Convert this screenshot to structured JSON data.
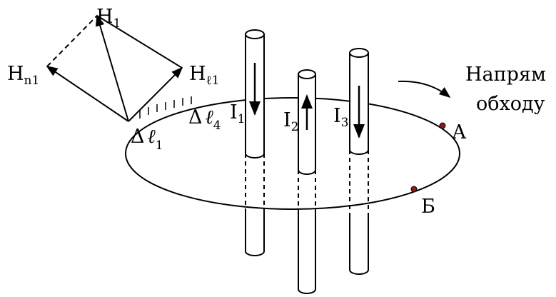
{
  "vectors": {
    "h1_main": "H",
    "h1_sub": "1",
    "hn_main": "H",
    "hn_sub": "n1",
    "hl_main": "H",
    "hl_sub": "ℓ1"
  },
  "segments": {
    "dl1_prefix": "Δ",
    "dl1_main": "ℓ",
    "dl1_sub": "1",
    "dl4_prefix": "Δ",
    "dl4_main": "ℓ",
    "dl4_sub": "4"
  },
  "currents": {
    "i1_main": "I",
    "i1_sub": "1",
    "i2_main": "I",
    "i2_sub": "2",
    "i3_main": "I",
    "i3_sub": "3"
  },
  "direction": {
    "line1": "Напрям",
    "line2": "обходу"
  },
  "points": {
    "a": "А",
    "b": "Б",
    "color": "#8b1a1a"
  }
}
